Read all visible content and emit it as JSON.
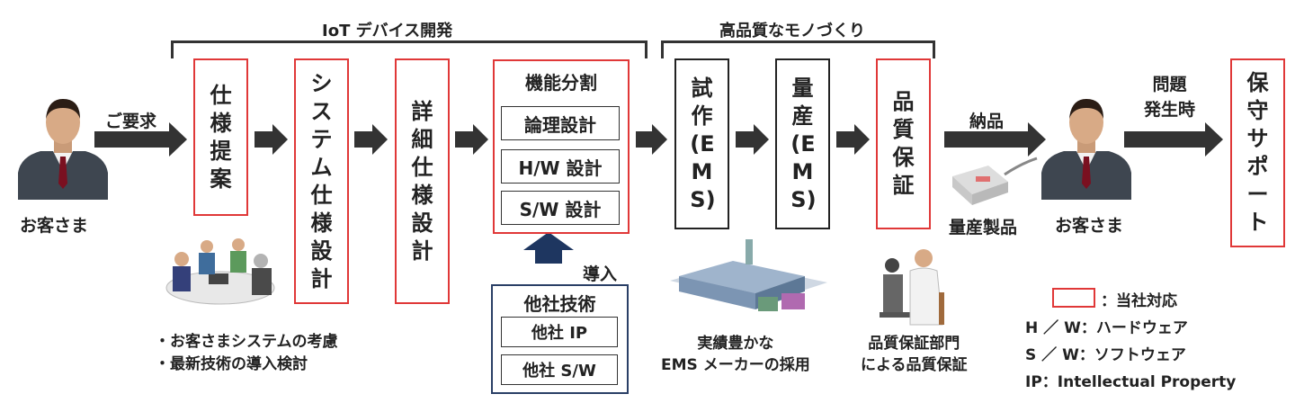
{
  "brackets": {
    "iot": "IoT デバイス開発",
    "quality": "高品質なモノづくり"
  },
  "customer_left": {
    "label": "お客さま",
    "arrow_label": "ご要求"
  },
  "steps": {
    "spec_proposal": "仕様提案",
    "system_spec": "システム仕様設計",
    "detail_spec": "詳細仕様設計",
    "func_split": {
      "title": "機能分割",
      "items": [
        "論理設計",
        "H/W 設計",
        "S/W 設計"
      ]
    },
    "prototype": "試作(EMS)",
    "mass_production": "量産(EMS)",
    "quality_assurance": "品質保証",
    "support": "保守サポート"
  },
  "introduce": {
    "label": "導入",
    "title": "他社技術",
    "items": [
      "他社 IP",
      "他社 S/W"
    ]
  },
  "notes": [
    "・お客さまシステムの考慮",
    "・最新技術の導入検討"
  ],
  "ems_caption": "実績豊かな\nEMS メーカーの採用",
  "qa_caption": "品質保証部門\nによる品質保証",
  "delivery": {
    "label": "納品",
    "product_caption": "量産製品"
  },
  "customer_right": {
    "label": "お客さま",
    "trigger": "問題\n発生時"
  },
  "legend": {
    "own": "：当社対応",
    "hw": "H ／ W：ハードウェア",
    "sw": "S ／ W：ソフトウェア",
    "ip": "IP：Intellectual Property"
  },
  "colors": {
    "own": "#e03838",
    "navy": "#1e3660",
    "arrow": "#333333"
  }
}
